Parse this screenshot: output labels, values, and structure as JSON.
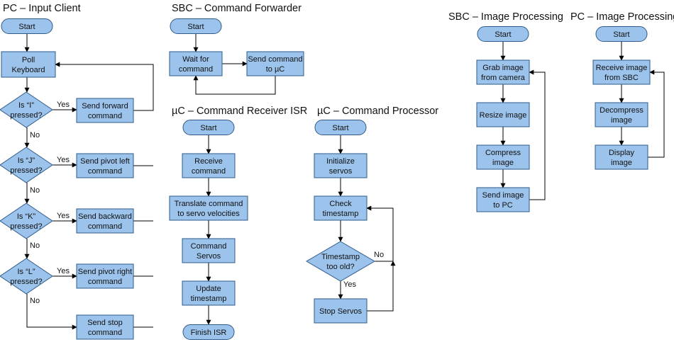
{
  "colors": {
    "fill": "#9cc3eb",
    "stroke": "#2f5b8a",
    "line": "#000000"
  },
  "sections": [
    {
      "key": "pc_input",
      "title": "PC – Input Client"
    },
    {
      "key": "sbc_forwarder",
      "title": "SBC – Command Forwarder"
    },
    {
      "key": "uc_receiver",
      "title": "µC – Command Receiver ISR"
    },
    {
      "key": "uc_processor",
      "title": "µC – Command Processor"
    },
    {
      "key": "sbc_image",
      "title": "SBC – Image Processing"
    },
    {
      "key": "pc_image",
      "title": "PC – Image Processing"
    }
  ],
  "nodes": {
    "pc_start": {
      "shape": "terminator",
      "lines": [
        "Start"
      ]
    },
    "pc_poll": {
      "shape": "process",
      "lines": [
        "Poll",
        "Keyboard"
      ]
    },
    "pc_is_i": {
      "shape": "decision",
      "lines": [
        "Is “I”",
        "pressed?"
      ]
    },
    "pc_send_forward": {
      "shape": "process",
      "lines": [
        "Send forward",
        "command"
      ]
    },
    "pc_is_j": {
      "shape": "decision",
      "lines": [
        "Is “J”",
        "pressed?"
      ]
    },
    "pc_send_pivot_left": {
      "shape": "process",
      "lines": [
        "Send pivot left",
        "command"
      ]
    },
    "pc_is_k": {
      "shape": "decision",
      "lines": [
        "Is “K”",
        "pressed?"
      ]
    },
    "pc_send_backward": {
      "shape": "process",
      "lines": [
        "Send backward",
        "command"
      ]
    },
    "pc_is_l": {
      "shape": "decision",
      "lines": [
        "Is “L”",
        "pressed?"
      ]
    },
    "pc_send_pivot_right": {
      "shape": "process",
      "lines": [
        "Send pivot right",
        "command"
      ]
    },
    "pc_send_stop": {
      "shape": "process",
      "lines": [
        "Send stop",
        "command"
      ]
    },
    "fw_start": {
      "shape": "terminator",
      "lines": [
        "Start"
      ]
    },
    "fw_wait": {
      "shape": "process",
      "lines": [
        "Wait for",
        "command"
      ]
    },
    "fw_send": {
      "shape": "process",
      "lines": [
        "Send command",
        "to µC"
      ]
    },
    "rx_start": {
      "shape": "terminator",
      "lines": [
        "Start"
      ]
    },
    "rx_receive": {
      "shape": "process",
      "lines": [
        "Receive",
        "command"
      ]
    },
    "rx_translate": {
      "shape": "process",
      "lines": [
        "Translate command",
        "to servo velocities"
      ]
    },
    "rx_command": {
      "shape": "process",
      "lines": [
        "Command",
        "Servos"
      ]
    },
    "rx_update": {
      "shape": "process",
      "lines": [
        "Update",
        "timestamp"
      ]
    },
    "rx_finish": {
      "shape": "terminator",
      "lines": [
        "Finish ISR"
      ]
    },
    "cp_start": {
      "shape": "terminator",
      "lines": [
        "Start"
      ]
    },
    "cp_init": {
      "shape": "process",
      "lines": [
        "Initialize",
        "servos"
      ]
    },
    "cp_check": {
      "shape": "process",
      "lines": [
        "Check",
        "timestamp"
      ]
    },
    "cp_too_old": {
      "shape": "decision",
      "lines": [
        "Timestamp",
        "too old?"
      ]
    },
    "cp_stop": {
      "shape": "process",
      "lines": [
        "Stop Servos"
      ]
    },
    "si_start": {
      "shape": "terminator",
      "lines": [
        "Start"
      ]
    },
    "si_grab": {
      "shape": "process",
      "lines": [
        "Grab image",
        "from camera"
      ]
    },
    "si_resize": {
      "shape": "process",
      "lines": [
        "Resize image"
      ]
    },
    "si_compress": {
      "shape": "process",
      "lines": [
        "Compress",
        "image"
      ]
    },
    "si_send": {
      "shape": "process",
      "lines": [
        "Send image",
        "to PC"
      ]
    },
    "pi_start": {
      "shape": "terminator",
      "lines": [
        "Start"
      ]
    },
    "pi_receive": {
      "shape": "process",
      "lines": [
        "Receive image",
        "from SBC"
      ]
    },
    "pi_decompress": {
      "shape": "process",
      "lines": [
        "Decompress",
        "image"
      ]
    },
    "pi_display": {
      "shape": "process",
      "lines": [
        "Display",
        "image"
      ]
    }
  },
  "edges": [
    {
      "from": "pc_start",
      "to": "pc_poll",
      "label": ""
    },
    {
      "from": "pc_poll",
      "to": "pc_is_i",
      "label": ""
    },
    {
      "from": "pc_is_i",
      "to": "pc_send_forward",
      "label": "Yes"
    },
    {
      "from": "pc_is_i",
      "to": "pc_is_j",
      "label": "No"
    },
    {
      "from": "pc_is_j",
      "to": "pc_send_pivot_left",
      "label": "Yes"
    },
    {
      "from": "pc_is_j",
      "to": "pc_is_k",
      "label": "No"
    },
    {
      "from": "pc_is_k",
      "to": "pc_send_backward",
      "label": "Yes"
    },
    {
      "from": "pc_is_k",
      "to": "pc_is_l",
      "label": "No"
    },
    {
      "from": "pc_is_l",
      "to": "pc_send_pivot_right",
      "label": "Yes"
    },
    {
      "from": "pc_is_l",
      "to": "pc_send_stop",
      "label": "No"
    },
    {
      "from": "pc_send_forward",
      "to": "pc_poll",
      "label": ""
    },
    {
      "from": "pc_send_pivot_left",
      "to": "pc_poll",
      "label": ""
    },
    {
      "from": "pc_send_backward",
      "to": "pc_poll",
      "label": ""
    },
    {
      "from": "pc_send_pivot_right",
      "to": "pc_poll",
      "label": ""
    },
    {
      "from": "pc_send_stop",
      "to": "pc_poll",
      "label": ""
    },
    {
      "from": "fw_start",
      "to": "fw_wait",
      "label": ""
    },
    {
      "from": "fw_wait",
      "to": "fw_send",
      "label": ""
    },
    {
      "from": "fw_send",
      "to": "fw_wait",
      "label": ""
    },
    {
      "from": "rx_start",
      "to": "rx_receive",
      "label": ""
    },
    {
      "from": "rx_receive",
      "to": "rx_translate",
      "label": ""
    },
    {
      "from": "rx_translate",
      "to": "rx_command",
      "label": ""
    },
    {
      "from": "rx_command",
      "to": "rx_update",
      "label": ""
    },
    {
      "from": "rx_update",
      "to": "rx_finish",
      "label": ""
    },
    {
      "from": "cp_start",
      "to": "cp_init",
      "label": ""
    },
    {
      "from": "cp_init",
      "to": "cp_check",
      "label": ""
    },
    {
      "from": "cp_check",
      "to": "cp_too_old",
      "label": ""
    },
    {
      "from": "cp_too_old",
      "to": "cp_check",
      "label": "No"
    },
    {
      "from": "cp_too_old",
      "to": "cp_stop",
      "label": "Yes"
    },
    {
      "from": "cp_stop",
      "to": "cp_check",
      "label": ""
    },
    {
      "from": "si_start",
      "to": "si_grab",
      "label": ""
    },
    {
      "from": "si_grab",
      "to": "si_resize",
      "label": ""
    },
    {
      "from": "si_resize",
      "to": "si_compress",
      "label": ""
    },
    {
      "from": "si_compress",
      "to": "si_send",
      "label": ""
    },
    {
      "from": "si_send",
      "to": "si_grab",
      "label": ""
    },
    {
      "from": "pi_start",
      "to": "pi_receive",
      "label": ""
    },
    {
      "from": "pi_receive",
      "to": "pi_decompress",
      "label": ""
    },
    {
      "from": "pi_decompress",
      "to": "pi_display",
      "label": ""
    },
    {
      "from": "pi_display",
      "to": "pi_receive",
      "label": ""
    }
  ]
}
